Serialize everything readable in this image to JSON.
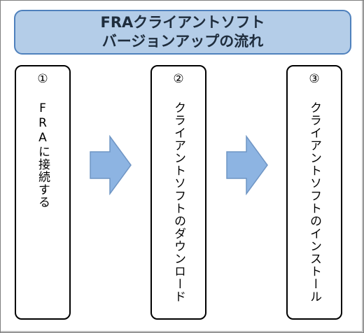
{
  "title": {
    "line1": "FRAクライアントソフト",
    "line2": "バージョンアップの流れ"
  },
  "steps": [
    {
      "label": "① FRAに接続する"
    },
    {
      "label": "② クライアントソフトのダウンロード"
    },
    {
      "label": "③ クライアントソフトのインストール"
    }
  ],
  "colors": {
    "title_fill": "#b4cde8",
    "title_border": "#4f81bd",
    "arrow_fill": "#8db4e2",
    "arrow_stroke": "#6f95c4",
    "step_border": "#000000"
  }
}
